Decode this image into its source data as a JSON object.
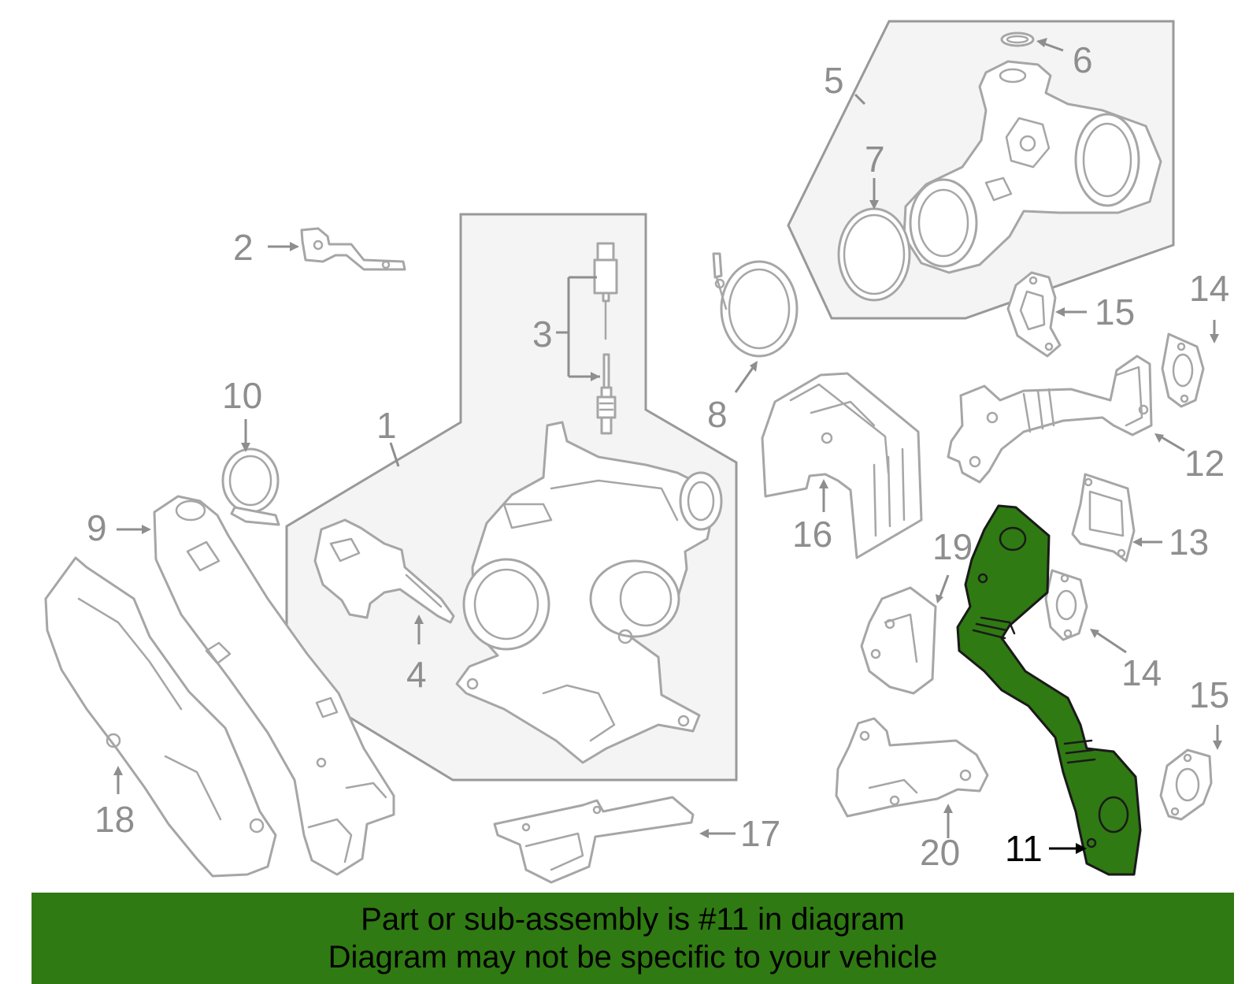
{
  "colors": {
    "highlight_part": "#2f7a12",
    "banner_background": "#2f7a12",
    "part_outline": "#a6a6a6",
    "group_box_fill": "#f4f4f4",
    "callout_text": "#8e8e8e",
    "highlight_callout": "#000000"
  },
  "callouts": {
    "c1": "1",
    "c2": "2",
    "c3": "3",
    "c4": "4",
    "c5": "5",
    "c6": "6",
    "c7": "7",
    "c8": "8",
    "c9": "9",
    "c10": "10",
    "c11": "11",
    "c12": "12",
    "c13": "13",
    "c14a": "14",
    "c14b": "14",
    "c15a": "15",
    "c15b": "15",
    "c16": "16",
    "c17": "17",
    "c18": "18",
    "c19": "19",
    "c20": "20"
  },
  "highlighted_part": "11",
  "footer": {
    "line1": "Part or sub-assembly is #11 in diagram",
    "line2": "Diagram may not be specific to your vehicle"
  }
}
